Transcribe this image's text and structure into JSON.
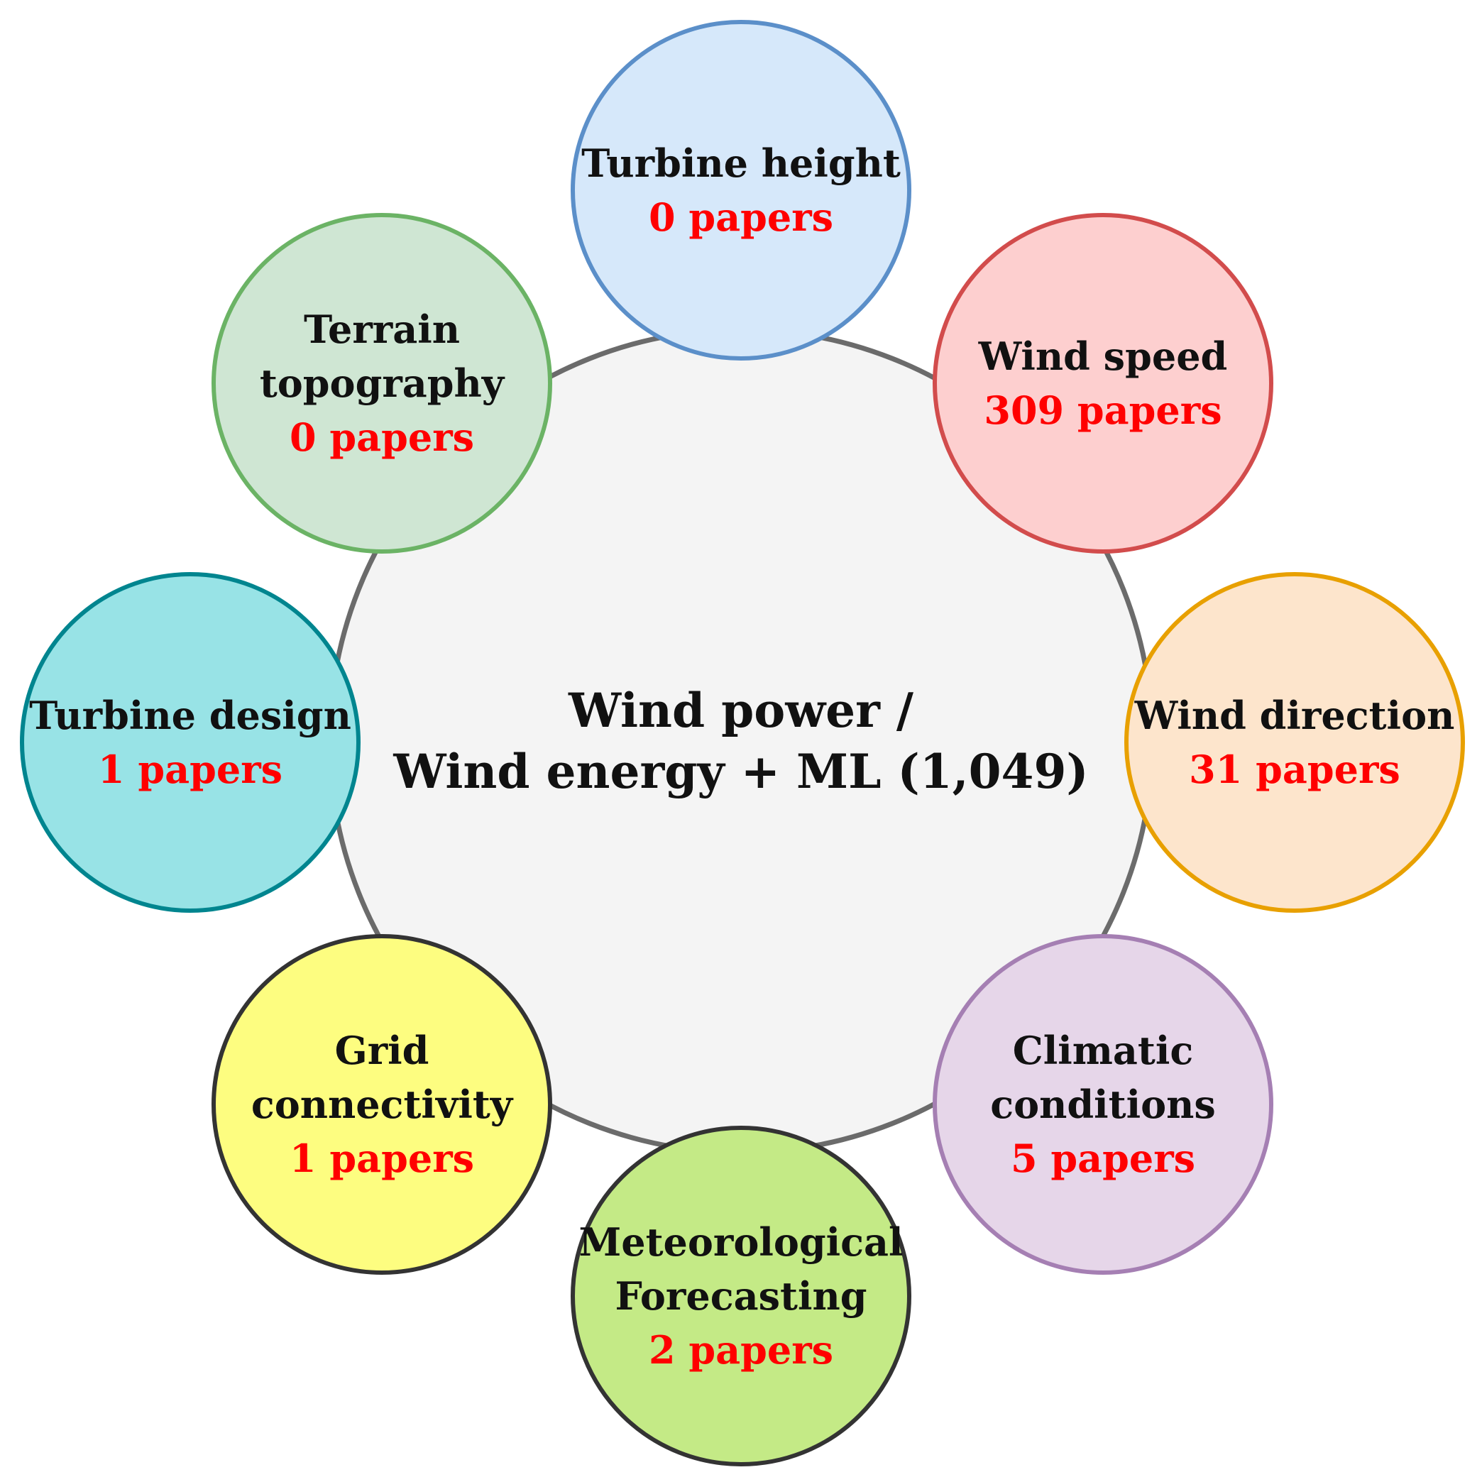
{
  "center": {
    "line1": "Wind power /",
    "line2": "Wind energy + ML (1,049)"
  },
  "nodes": {
    "turbine_height": {
      "label1": "Turbine height",
      "count": "0 papers",
      "fill": "#d6e8fa",
      "stroke": "#5b8fc9"
    },
    "wind_speed": {
      "label1": "Wind speed",
      "count": "309 papers",
      "fill": "#fdcfcf",
      "stroke": "#d24c4c"
    },
    "wind_direction": {
      "label1": "Wind direction",
      "count": "31 papers",
      "fill": "#fde5cc",
      "stroke": "#e8a000"
    },
    "climatic_conditions": {
      "label1": "Climatic",
      "label2": "conditions",
      "count": "5 papers",
      "fill": "#e6d6e9",
      "stroke": "#a57fb3"
    },
    "meteorological_forecasting": {
      "label1": "Meteorological",
      "label2": "Forecasting",
      "count": "2 papers",
      "fill": "#c4ea86",
      "stroke": "#333333"
    },
    "grid_connectivity": {
      "label1": "Grid",
      "label2": "connectivity",
      "count": "1 papers",
      "fill": "#fdfd80",
      "stroke": "#333333"
    },
    "turbine_design": {
      "label1": "Turbine design",
      "count": "1 papers",
      "fill": "#98e3e6",
      "stroke": "#00858f"
    },
    "terrain_topography": {
      "label1": "Terrain",
      "label2": "topography",
      "count": "0 papers",
      "fill": "#cfe6d3",
      "stroke": "#6bb365"
    }
  },
  "colors": {
    "count_text": "#ff0000",
    "hub_fill": "#f4f4f4",
    "hub_stroke": "#6b6b6b"
  }
}
